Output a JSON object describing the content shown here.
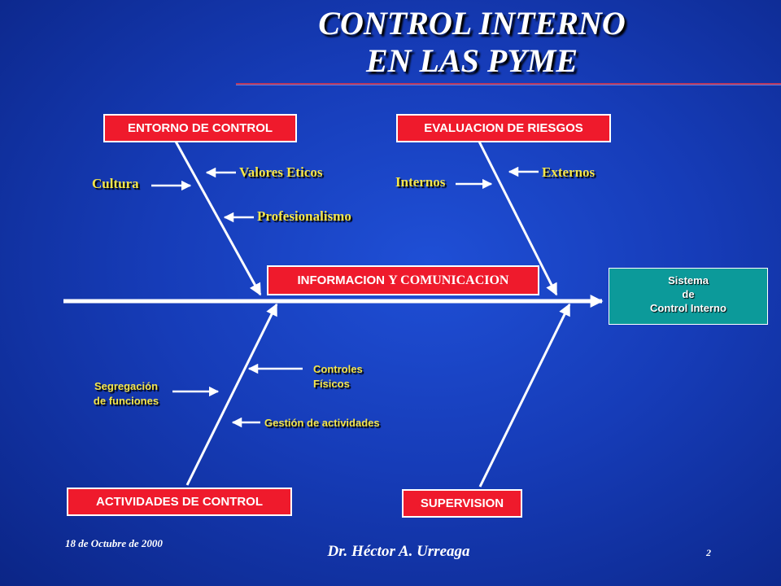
{
  "title": {
    "line1": "CONTROL INTERNO",
    "line2": "EN LAS PYME"
  },
  "boxes": {
    "entorno": "ENTORNO DE CONTROL",
    "evaluacion": "EVALUACION DE RIESGOS",
    "informacion_sans": "INFORMACION",
    "informacion_serif": "Y COMUNICACION",
    "actividades": "ACTIVIDADES DE CONTROL",
    "supervision": "SUPERVISION"
  },
  "system": {
    "line1": "Sistema",
    "line2": "de",
    "line3": "Control Interno"
  },
  "labels": {
    "cultura": "Cultura",
    "valores": "Valores Eticos",
    "profesionalismo": "Profesionalismo",
    "internos": "Internos",
    "externos": "Externos",
    "controles_l1": "Controles",
    "controles_l2": "Físicos",
    "segregacion_l1": "Segregación",
    "segregacion_l2": "de funciones",
    "gestion": "Gestión de actividades"
  },
  "footer": {
    "date": "18 de Octubre  de 2000",
    "author": "Dr. Héctor A. Urreaga",
    "page": "2"
  },
  "colors": {
    "box_red": "#ef1a2c",
    "system_teal": "#0c9a9a",
    "label_yellow": "#f5e64a",
    "background": "#163cb8"
  }
}
